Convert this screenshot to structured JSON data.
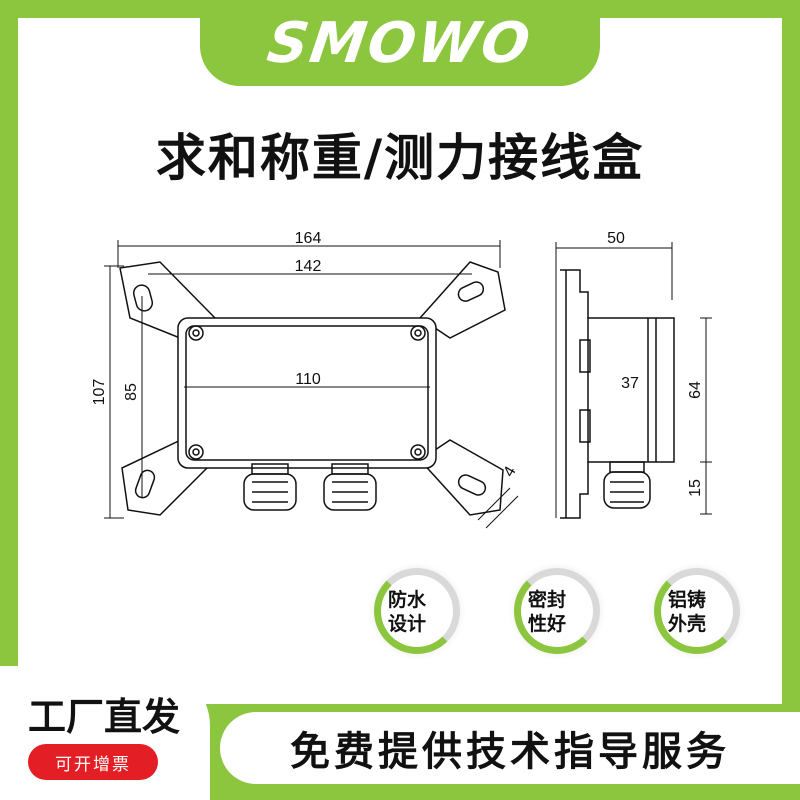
{
  "brand": {
    "logo_text": "SMOWO",
    "accent_color": "#8cc63f"
  },
  "title": "求和称重/测力接线盒",
  "drawing": {
    "front_view": {
      "overall_width": "164",
      "hole_spacing": "142",
      "box_width": "110",
      "overall_height": "107",
      "hole_height": "85",
      "bracket_thickness": "4"
    },
    "side_view": {
      "overall_depth": "50",
      "box_depth": "37",
      "box_height": "64",
      "gland_height": "15"
    }
  },
  "features": [
    {
      "line1": "防水",
      "line2": "设计",
      "icon": "progress-ring-icon"
    },
    {
      "line1": "密封",
      "line2": "性好",
      "icon": "progress-ring-icon"
    },
    {
      "line1": "铝铸",
      "line2": "外壳",
      "icon": "progress-ring-icon"
    }
  ],
  "footer": {
    "factory": "工厂直发",
    "invoice": "可开增票",
    "service": "免费提供技术指导服务",
    "invoice_color": "#e31e24"
  }
}
